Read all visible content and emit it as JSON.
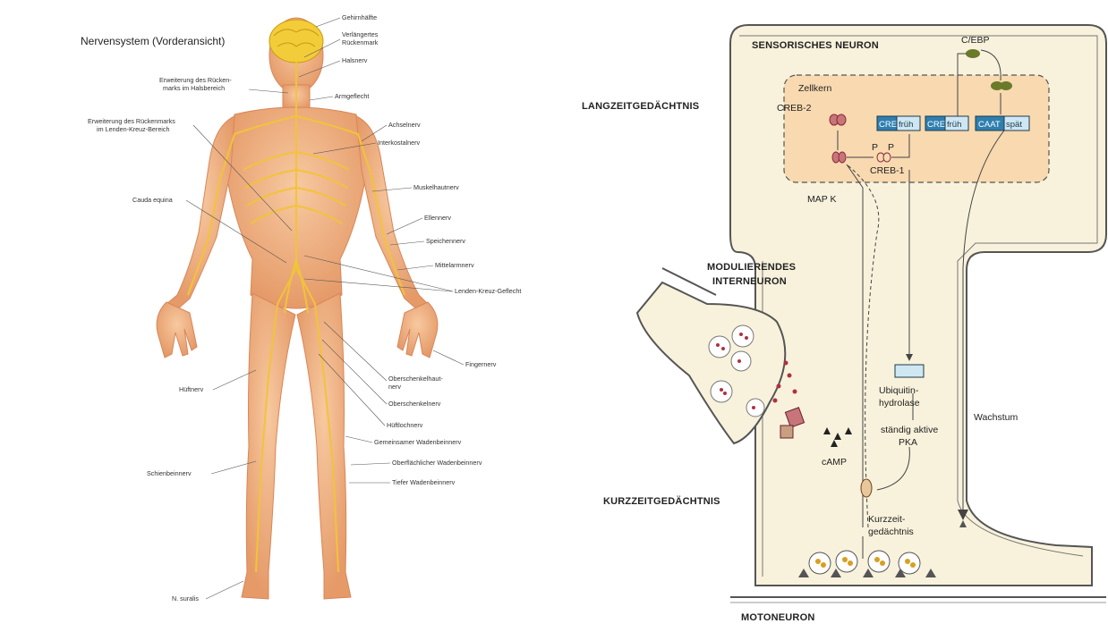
{
  "left": {
    "title": "Nervensystem (Vorderansicht)",
    "labels": {
      "gehirn": "Gehirnhälfte",
      "verl1": "Verlängertes",
      "verl2": "Rückenmark",
      "hals": "Halsnerv",
      "erw_hals1": "Erweiterung des Rücken-",
      "erw_hals2": "marks im Halsbereich",
      "armgeflecht": "Armgeflecht",
      "erw_lenden1": "Erweiterung des Rückenmarks",
      "erw_lenden2": "im Lenden-Kreuz-Bereich",
      "achsel": "Achselnerv",
      "interkostal": "Interkostalnerv",
      "muskelhaut": "Muskelhautnerv",
      "cauda": "Cauda equina",
      "ellen": "Ellennerv",
      "speichen": "Speichennerv",
      "mittelarm": "Mittelarmnerv",
      "lenden_geflecht": "Lenden-Kreuz-Geflecht",
      "finger": "Fingernerv",
      "obersch_haut1": "Oberschenkelhaut-",
      "obersch_haut2": "nerv",
      "hueft": "Hüftnerv",
      "obersch": "Oberschenkelnerv",
      "hueftloch": "Hüftlochnerv",
      "gem_waden": "Gemeinsamer Wadenbeinnerv",
      "oberfl_waden": "Oberflächlicher Wadenbeinnerv",
      "schienbein": "Schienbeinnerv",
      "tiefer_waden": "Tiefer Wadenbeinnerv",
      "suralis": "N. suralis"
    }
  },
  "right": {
    "sensor": "SENSORISCHES NEURON",
    "cebp": "C/EBP",
    "langzeit": "LANGZEITGEDÄCHTNIS",
    "zellkern": "Zellkern",
    "creb2": "CREB-2",
    "cre": "CRE",
    "frueh": "früh",
    "caat": "CAAT",
    "spaet": "spät",
    "p": "P",
    "creb1": "CREB-1",
    "mapk": "MAP K",
    "modul1": "MODULIERENDES",
    "modul2": "INTERNEURON",
    "ubiq1": "Ubiquitin-",
    "ubiq2": "hydrolase",
    "staendig1": "ständig aktive",
    "staendig2": "PKA",
    "wachstum": "Wachstum",
    "camp": "cAMP",
    "kurzzeit": "KURZZEITGEDÄCHTNIS",
    "kurz1": "Kurzzeit-",
    "kurz2": "gedächtnis",
    "moto": "MOTONEURON"
  },
  "colors": {
    "skin": "#f2b98a",
    "nerve": "#f2c33a",
    "cell": "#f8f2dc",
    "nucleus": "#f8d9b0",
    "box_blue": "#2e7fb0",
    "box_light": "#cfe6f3",
    "vesicle": "#b03040"
  }
}
